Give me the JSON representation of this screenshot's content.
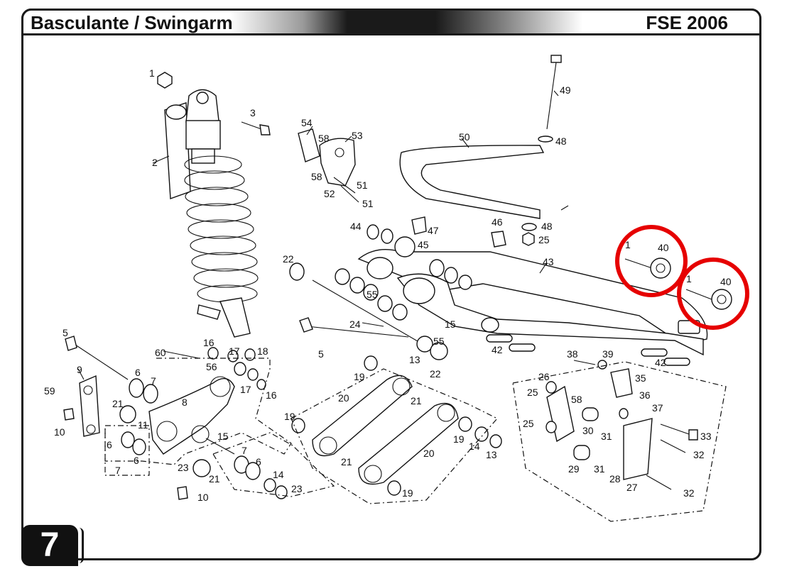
{
  "header": {
    "title": "Basculante / Swingarm",
    "model": "FSE 2006"
  },
  "page_number": "7",
  "callouts": [
    {
      "id": "c1",
      "text": "1"
    },
    {
      "id": "c2",
      "text": "2"
    },
    {
      "id": "c3",
      "text": "3"
    },
    {
      "id": "c54",
      "text": "54"
    },
    {
      "id": "c58a",
      "text": "58"
    },
    {
      "id": "c53",
      "text": "53"
    },
    {
      "id": "c58b",
      "text": "58"
    },
    {
      "id": "c52",
      "text": "52"
    },
    {
      "id": "c51a",
      "text": "51"
    },
    {
      "id": "c51b",
      "text": "51"
    },
    {
      "id": "c50",
      "text": "50"
    },
    {
      "id": "c49",
      "text": "49"
    },
    {
      "id": "c48a",
      "text": "48"
    },
    {
      "id": "c44",
      "text": "44"
    },
    {
      "id": "c47",
      "text": "47"
    },
    {
      "id": "c45",
      "text": "45"
    },
    {
      "id": "c46",
      "text": "46"
    },
    {
      "id": "c48b",
      "text": "48"
    },
    {
      "id": "c25a",
      "text": "25"
    },
    {
      "id": "c43",
      "text": "43"
    },
    {
      "id": "c40a",
      "text": "40"
    },
    {
      "id": "c40b",
      "text": "40"
    },
    {
      "id": "c22a",
      "text": "22"
    },
    {
      "id": "c55a",
      "text": "55"
    },
    {
      "id": "c24",
      "text": "24"
    },
    {
      "id": "c15a",
      "text": "15"
    },
    {
      "id": "c55b",
      "text": "55"
    },
    {
      "id": "c13a",
      "text": "13"
    },
    {
      "id": "c22b",
      "text": "22"
    },
    {
      "id": "c42a",
      "text": "42"
    },
    {
      "id": "c42b",
      "text": "42"
    },
    {
      "id": "c5a",
      "text": "5"
    },
    {
      "id": "c60",
      "text": "60"
    },
    {
      "id": "c16a",
      "text": "16"
    },
    {
      "id": "c17a",
      "text": "17"
    },
    {
      "id": "c18",
      "text": "18"
    },
    {
      "id": "c56",
      "text": "56"
    },
    {
      "id": "c17b",
      "text": "17"
    },
    {
      "id": "c16b",
      "text": "16"
    },
    {
      "id": "c5b",
      "text": "5"
    },
    {
      "id": "c19a",
      "text": "19"
    },
    {
      "id": "c38",
      "text": "38"
    },
    {
      "id": "c39",
      "text": "39"
    },
    {
      "id": "c26",
      "text": "26"
    },
    {
      "id": "c35",
      "text": "35"
    },
    {
      "id": "c25b",
      "text": "25"
    },
    {
      "id": "c58c",
      "text": "58"
    },
    {
      "id": "c36",
      "text": "36"
    },
    {
      "id": "c37",
      "text": "37"
    },
    {
      "id": "c9",
      "text": "9"
    },
    {
      "id": "c6a",
      "text": "6"
    },
    {
      "id": "c7a",
      "text": "7"
    },
    {
      "id": "c59",
      "text": "59"
    },
    {
      "id": "c21a",
      "text": "21"
    },
    {
      "id": "c8",
      "text": "8"
    },
    {
      "id": "c20a",
      "text": "20"
    },
    {
      "id": "c21b",
      "text": "21"
    },
    {
      "id": "c10a",
      "text": "10"
    },
    {
      "id": "c11",
      "text": "11"
    },
    {
      "id": "c15b",
      "text": "15"
    },
    {
      "id": "c19b",
      "text": "19"
    },
    {
      "id": "c19c",
      "text": "19"
    },
    {
      "id": "c14a",
      "text": "14"
    },
    {
      "id": "c13b",
      "text": "13"
    },
    {
      "id": "c25c",
      "text": "25"
    },
    {
      "id": "c30",
      "text": "30"
    },
    {
      "id": "c31a",
      "text": "31"
    },
    {
      "id": "c33",
      "text": "33"
    },
    {
      "id": "c32a",
      "text": "32"
    },
    {
      "id": "c6b",
      "text": "6"
    },
    {
      "id": "c7b",
      "text": "7"
    },
    {
      "id": "c6c",
      "text": "6"
    },
    {
      "id": "c7c",
      "text": "7"
    },
    {
      "id": "c6d",
      "text": "6"
    },
    {
      "id": "c23a",
      "text": "23"
    },
    {
      "id": "c21c",
      "text": "21"
    },
    {
      "id": "c20b",
      "text": "20"
    },
    {
      "id": "c21d",
      "text": "21"
    },
    {
      "id": "c14b",
      "text": "14"
    },
    {
      "id": "c23b",
      "text": "23"
    },
    {
      "id": "c19d",
      "text": "19"
    },
    {
      "id": "c10b",
      "text": "10"
    },
    {
      "id": "c29",
      "text": "29"
    },
    {
      "id": "c31b",
      "text": "31"
    },
    {
      "id": "c28",
      "text": "28"
    },
    {
      "id": "c27",
      "text": "27"
    },
    {
      "id": "c32b",
      "text": "32"
    },
    {
      "id": "c1b",
      "text": "1"
    },
    {
      "id": "c1c",
      "text": "1"
    }
  ],
  "highlight_color": "#e60000"
}
